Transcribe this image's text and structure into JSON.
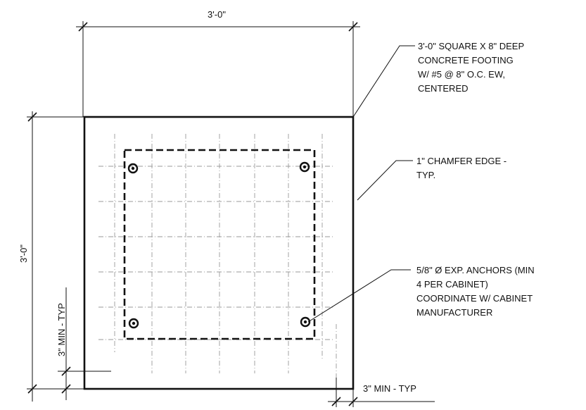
{
  "dimensions": {
    "top_width": "3'-0\"",
    "left_height": "3'-0\"",
    "left_min": "3\" MIN - TYP",
    "bottom_min": "3\" MIN - TYP"
  },
  "callouts": {
    "footing": [
      "3'-0\" SQUARE X 8\" DEEP",
      "CONCRETE FOOTING",
      "W/ #5 @ 8\" O.C. EW,",
      "CENTERED"
    ],
    "chamfer": [
      "1\" CHAMFER EDGE -",
      "TYP."
    ],
    "anchors": [
      "5/8\" Ø EXP. ANCHORS (MIN",
      "4 PER CABINET)",
      "COORDINATE W/ CABINET",
      "MANUFACTURER"
    ]
  }
}
